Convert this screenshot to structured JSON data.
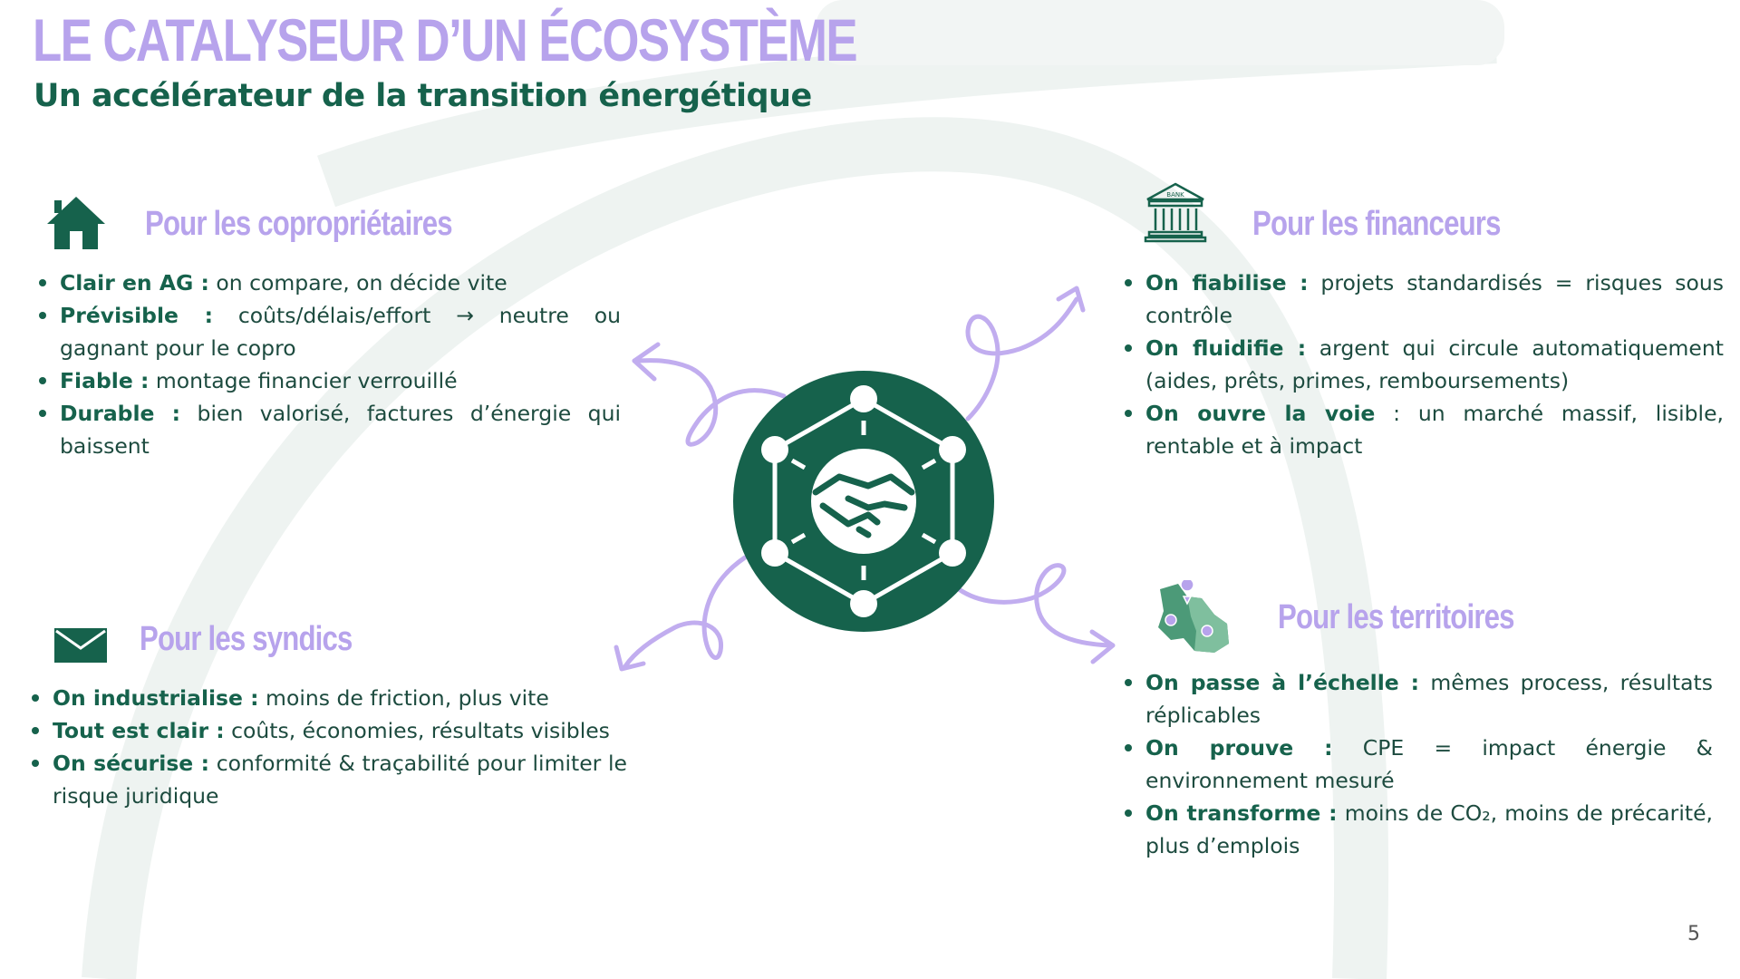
{
  "header": {
    "title": "LE CATALYSEUR D’UN ÉCOSYSTÈME",
    "subtitle": "Un accélérateur de la transition énergétique"
  },
  "colors": {
    "accent_purple": "#b7a3ec",
    "brand_green": "#16624c",
    "text": "#1d4b3f"
  },
  "sections": {
    "coproprietaires": {
      "icon": "house-icon",
      "heading": "Pour les copropriétaires",
      "items": [
        {
          "label": "Clair en AG :",
          "text": " on compare, on décide vite"
        },
        {
          "label": "Prévisible :",
          "text": " coûts/délais/effort → neutre ou gagnant pour le copro"
        },
        {
          "label": "Fiable :",
          "text": " montage financier verrouillé"
        },
        {
          "label": "Durable :",
          "text": " bien valorisé, factures d’énergie qui baissent"
        }
      ]
    },
    "financeurs": {
      "icon": "bank-icon",
      "bank_text": "BANK",
      "heading": "Pour les financeurs",
      "items": [
        {
          "label": "On fiabilise :",
          "text": " projets standardisés = risques sous contrôle"
        },
        {
          "label": "On fluidifie :",
          "text": " argent qui circule automatiquement (aides, prêts, primes, remboursements)"
        },
        {
          "label": "On ouvre la voie",
          "text": " : un marché massif, lisible, rentable et à impact"
        }
      ]
    },
    "syndics": {
      "icon": "envelope-icon",
      "heading": "Pour les syndics",
      "items": [
        {
          "label": "On industrialise :",
          "text": " moins de friction, plus vite"
        },
        {
          "label": "Tout est clair :",
          "text": " coûts, économies, résultats visibles"
        },
        {
          "label": "On sécurise :",
          "text": " conformité & traçabilité pour limiter le risque juridique"
        }
      ]
    },
    "territoires": {
      "icon": "territory-map-icon",
      "heading": "Pour les territoires",
      "items": [
        {
          "label": "On passe à l’échelle :",
          "text": " mêmes process, résultats réplicables"
        },
        {
          "label": "On prouve :",
          "text": " CPE = impact énergie & environnement mesuré"
        },
        {
          "label": "On transforme :",
          "text": " moins de CO₂, moins de précarité, plus d’emplois"
        }
      ]
    }
  },
  "center": {
    "icon": "handshake-network-icon"
  },
  "page_number": "5"
}
